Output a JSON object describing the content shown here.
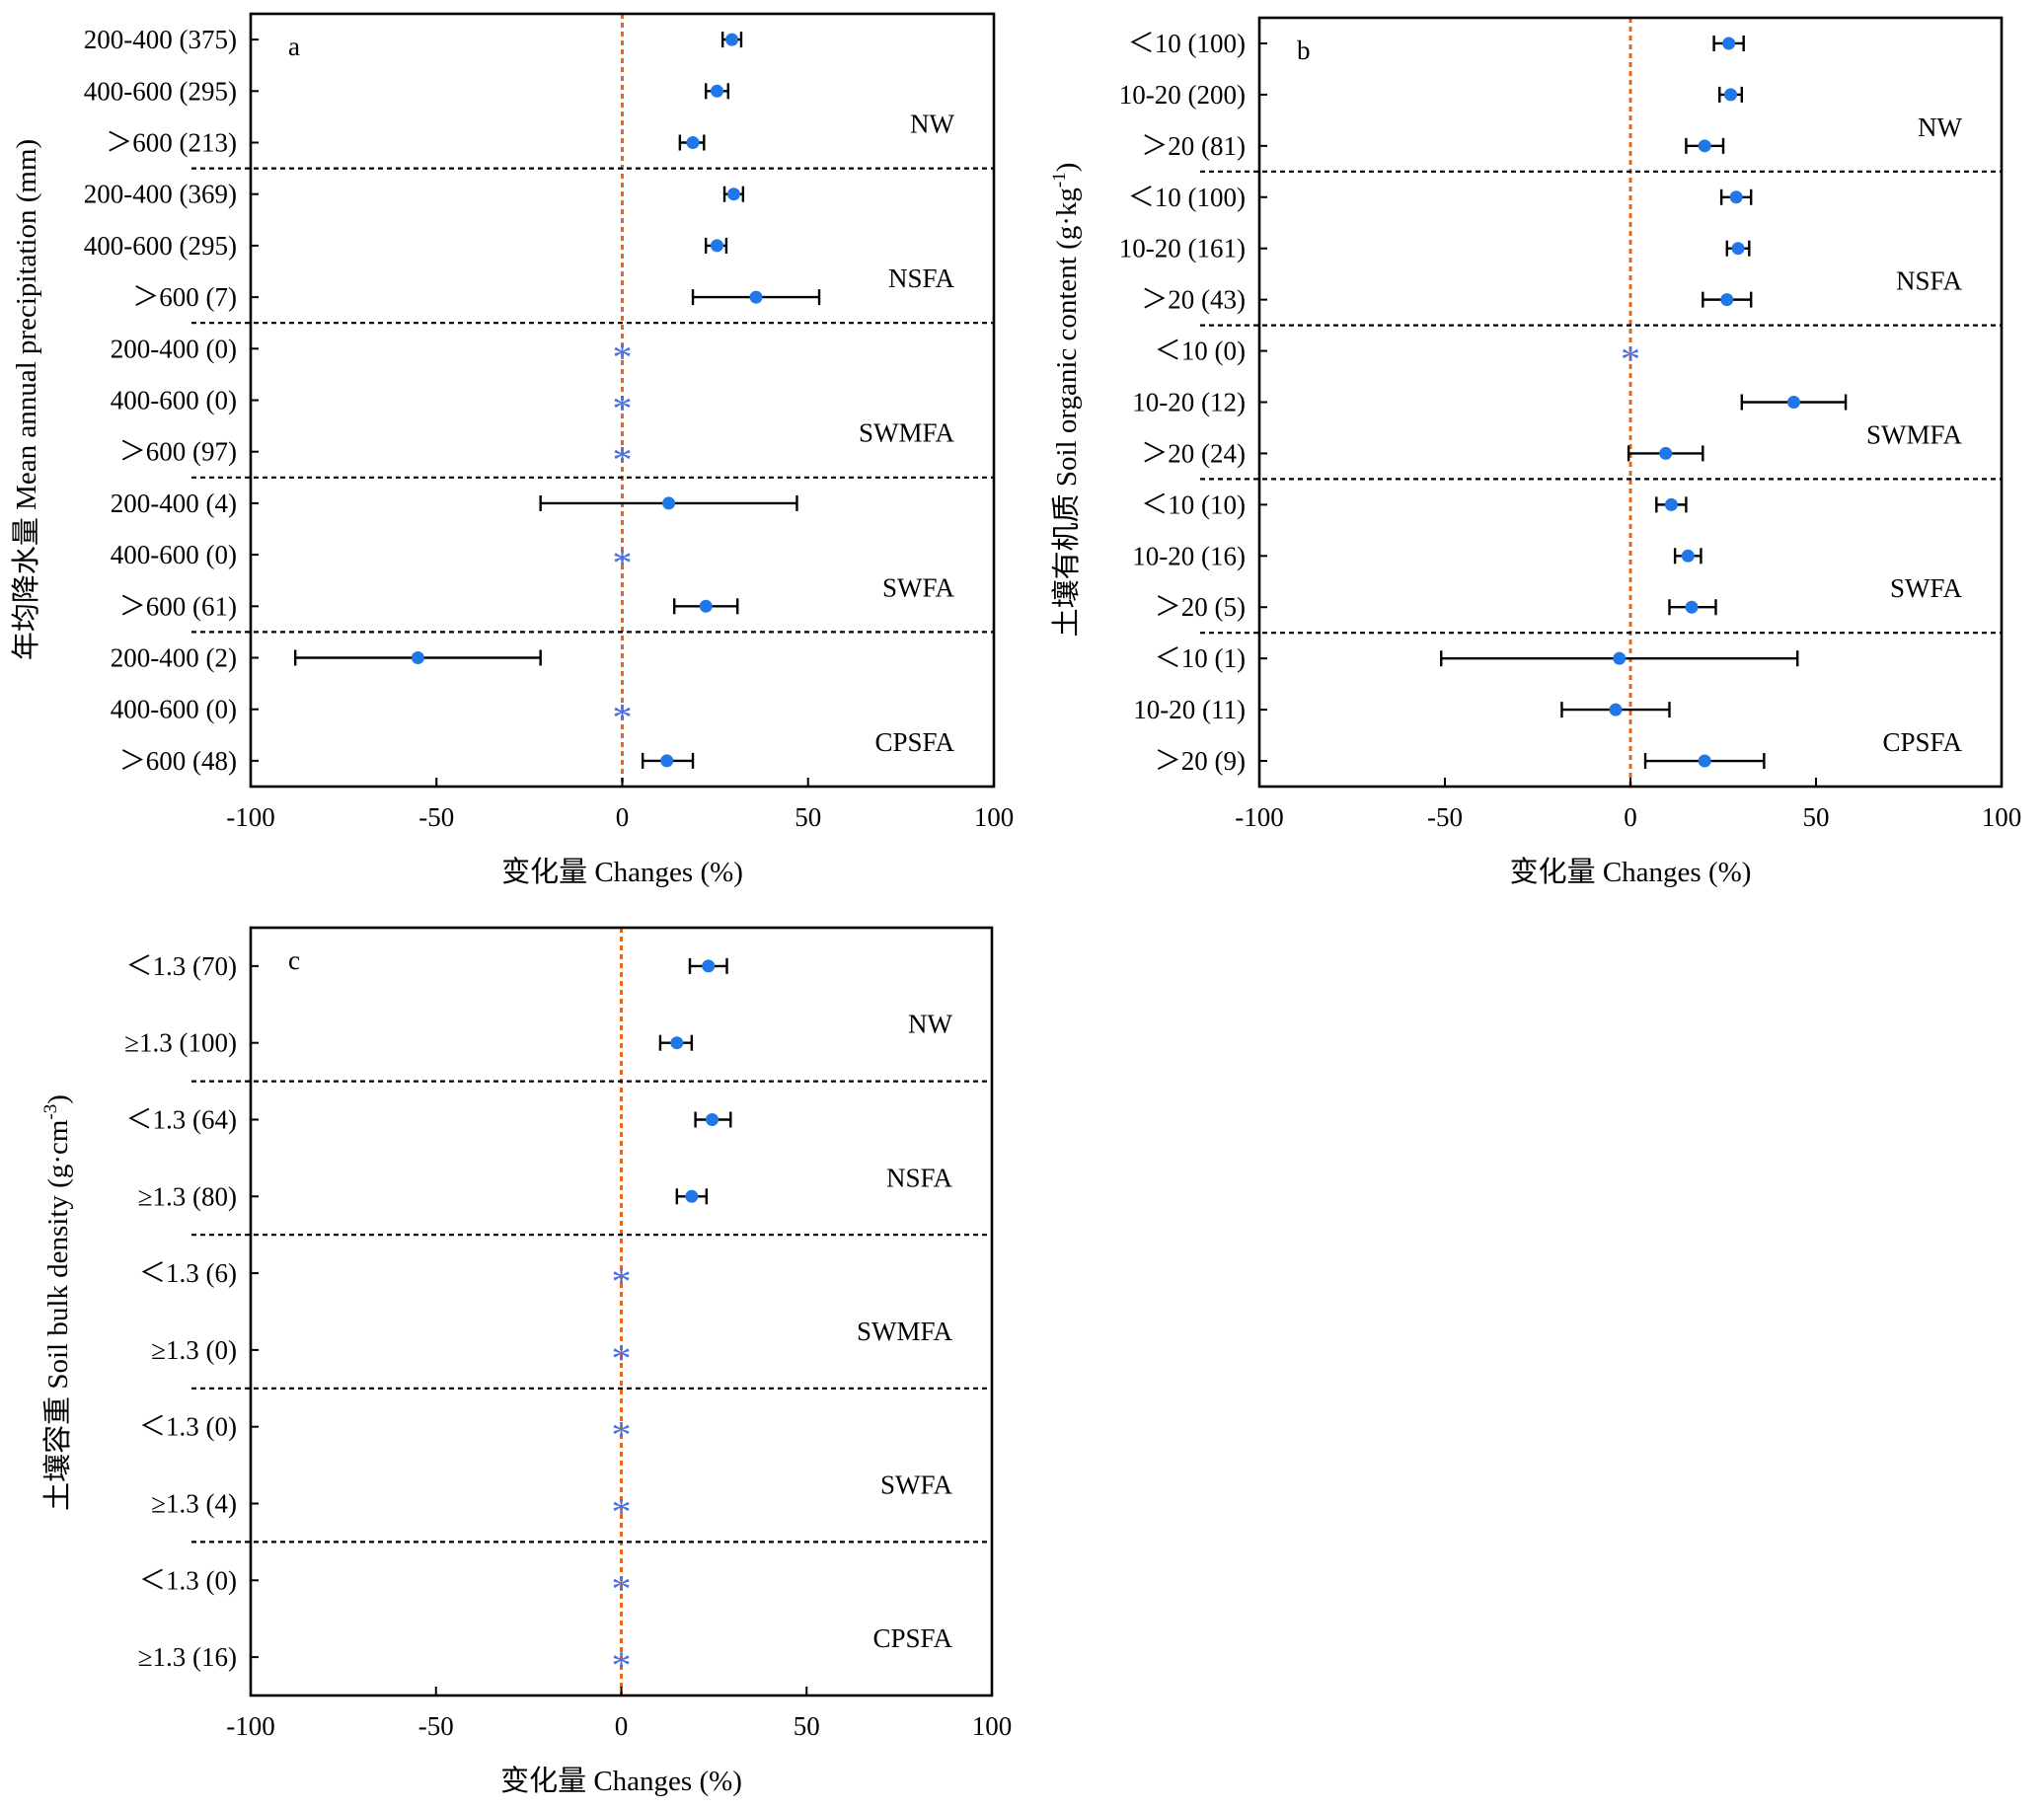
{
  "colors": {
    "point": "#1f77e8",
    "zero_line": "#e8651a",
    "missing_marker": "#4a6fe0",
    "axes": "#000000"
  },
  "missing_marker_glyph": "*",
  "chart_data": [
    {
      "type": "forest",
      "panel_label": "a",
      "xlabel": "变化量 Changes (%)",
      "ylabel": "年均降水量 Mean annual precipitation (mm)",
      "ylabel_sup": "",
      "ylabel_end": "",
      "xlim": [
        -100,
        100
      ],
      "xticks": [
        "-100",
        "-50",
        "0",
        "50",
        "100"
      ],
      "reference_line_x": 0,
      "groups": [
        {
          "name": "NW",
          "rows": [
            {
              "label": "200-400 (375)",
              "mean": 29.5,
              "low": 27,
              "high": 32
            },
            {
              "label": "400-600 (295)",
              "mean": 25.5,
              "low": 22.5,
              "high": 28.5
            },
            {
              "label": "＞600 (213)",
              "mean": 19,
              "low": 15.5,
              "high": 22
            }
          ]
        },
        {
          "name": "NSFA",
          "rows": [
            {
              "label": "200-400 (369)",
              "mean": 30,
              "low": 27.5,
              "high": 32.5
            },
            {
              "label": "400-600 (295)",
              "mean": 25.5,
              "low": 22.5,
              "high": 28
            },
            {
              "label": "＞600 (7)",
              "mean": 36,
              "low": 19,
              "high": 53
            }
          ]
        },
        {
          "name": "SWMFA",
          "rows": [
            {
              "label": "200-400 (0)",
              "mean": null
            },
            {
              "label": "400-600 (0)",
              "mean": null
            },
            {
              "label": "＞600 (97)",
              "mean": null
            }
          ]
        },
        {
          "name": "SWFA",
          "rows": [
            {
              "label": "200-400 (4)",
              "mean": 12.5,
              "low": -22,
              "high": 47
            },
            {
              "label": "400-600 (0)",
              "mean": null
            },
            {
              "label": "＞600 (61)",
              "mean": 22.5,
              "low": 14,
              "high": 31
            }
          ]
        },
        {
          "name": "CPSFA",
          "rows": [
            {
              "label": "200-400 (2)",
              "mean": -55,
              "low": -88,
              "high": -22
            },
            {
              "label": "400-600 (0)",
              "mean": null
            },
            {
              "label": "＞600 (48)",
              "mean": 12,
              "low": 5.5,
              "high": 19
            }
          ]
        }
      ]
    },
    {
      "type": "forest",
      "panel_label": "b",
      "xlabel": "变化量 Changes (%)",
      "ylabel": "土壤有机质 Soil organic content (g·kg",
      "ylabel_sup": "-1",
      "ylabel_end": ")",
      "xlim": [
        -100,
        100
      ],
      "xticks": [
        "-100",
        "-50",
        "0",
        "50",
        "100"
      ],
      "reference_line_x": 0,
      "groups": [
        {
          "name": "NW",
          "rows": [
            {
              "label": "＜10 (100)",
              "mean": 26.5,
              "low": 22.5,
              "high": 30.5
            },
            {
              "label": "10-20 (200)",
              "mean": 27,
              "low": 24,
              "high": 30
            },
            {
              "label": "＞20 (81)",
              "mean": 20,
              "low": 15,
              "high": 25
            }
          ]
        },
        {
          "name": "NSFA",
          "rows": [
            {
              "label": "＜10 (100)",
              "mean": 28.5,
              "low": 24.5,
              "high": 32.5
            },
            {
              "label": "10-20 (161)",
              "mean": 29,
              "low": 26,
              "high": 32
            },
            {
              "label": "＞20 (43)",
              "mean": 26,
              "low": 19.5,
              "high": 32.5
            }
          ]
        },
        {
          "name": "SWMFA",
          "rows": [
            {
              "label": "＜10 (0)",
              "mean": null
            },
            {
              "label": "10-20 (12)",
              "mean": 44,
              "low": 30,
              "high": 58
            },
            {
              "label": "＞20 (24)",
              "mean": 9.5,
              "low": -0.5,
              "high": 19.5
            }
          ]
        },
        {
          "name": "SWFA",
          "rows": [
            {
              "label": "＜10 (10)",
              "mean": 11,
              "low": 7,
              "high": 15
            },
            {
              "label": "10-20 (16)",
              "mean": 15.5,
              "low": 12,
              "high": 19
            },
            {
              "label": "＞20 (5)",
              "mean": 16.5,
              "low": 10.5,
              "high": 23
            }
          ]
        },
        {
          "name": "CPSFA",
          "rows": [
            {
              "label": "＜10 (1)",
              "mean": -3,
              "low": -51,
              "high": 45
            },
            {
              "label": "10-20 (11)",
              "mean": -4,
              "low": -18.5,
              "high": 10.5
            },
            {
              "label": "＞20 (9)",
              "mean": 20,
              "low": 4,
              "high": 36
            }
          ]
        }
      ]
    },
    {
      "type": "forest",
      "panel_label": "c",
      "xlabel": "变化量 Changes (%)",
      "ylabel": "土壤容重 Soil bulk density (g·cm",
      "ylabel_sup": "-3",
      "ylabel_end": ")",
      "xlim": [
        -100,
        100
      ],
      "xticks": [
        "-100",
        "-50",
        "0",
        "50",
        "100"
      ],
      "reference_line_x": 0,
      "groups": [
        {
          "name": "NW",
          "rows": [
            {
              "label": "＜1.3 (70)",
              "mean": 23.5,
              "low": 18.5,
              "high": 28.5
            },
            {
              "label": "≥1.3 (100)",
              "mean": 15,
              "low": 10.5,
              "high": 19
            }
          ]
        },
        {
          "name": "NSFA",
          "rows": [
            {
              "label": "＜1.3 (64)",
              "mean": 24.5,
              "low": 20,
              "high": 29.5
            },
            {
              "label": "≥1.3 (80)",
              "mean": 19,
              "low": 15,
              "high": 23
            }
          ]
        },
        {
          "name": "SWMFA",
          "rows": [
            {
              "label": "＜1.3 (6)",
              "mean": null
            },
            {
              "label": "≥1.3 (0)",
              "mean": null
            }
          ]
        },
        {
          "name": "SWFA",
          "rows": [
            {
              "label": "＜1.3 (0)",
              "mean": null
            },
            {
              "label": "≥1.3 (4)",
              "mean": null
            }
          ]
        },
        {
          "name": "CPSFA",
          "rows": [
            {
              "label": "＜1.3 (0)",
              "mean": null
            },
            {
              "label": "≥1.3 (16)",
              "mean": null
            }
          ]
        }
      ]
    }
  ]
}
